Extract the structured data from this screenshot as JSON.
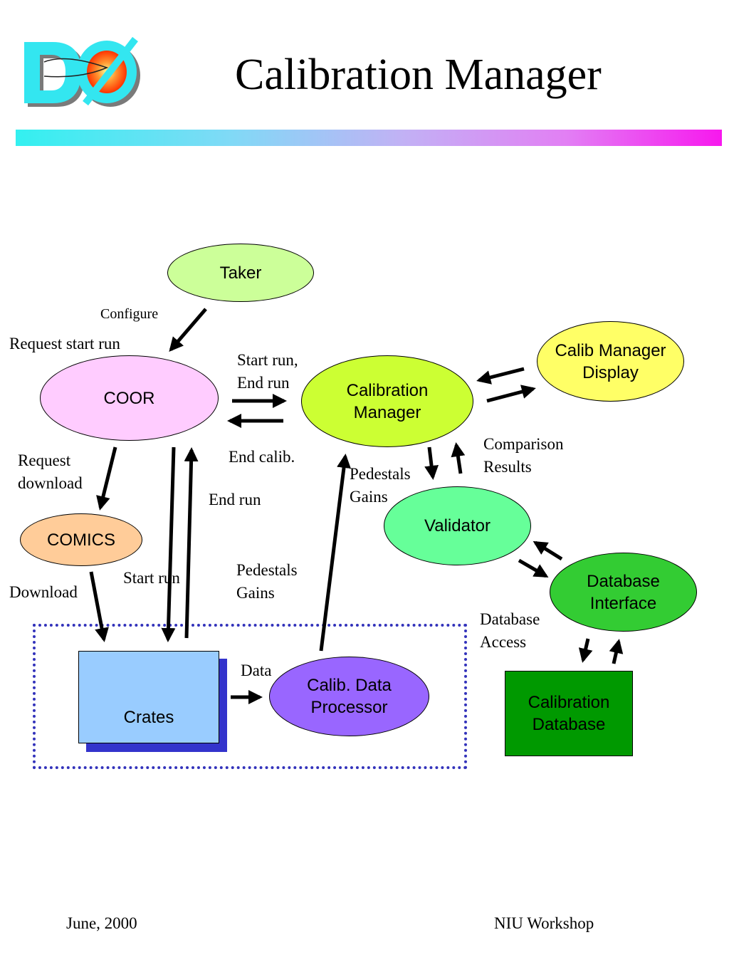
{
  "header": {
    "title": "Calibration Manager"
  },
  "nodes": {
    "taker": "Taker",
    "coor": "COOR",
    "calibration_manager": "Calibration\nManager",
    "calib_manager_display": "Calib Manager\nDisplay",
    "comics": "COMICS",
    "validator": "Validator",
    "database_interface": "Database\nInterface",
    "crates": "Crates",
    "calib_data_processor": "Calib. Data\nProcessor",
    "calibration_database": "Calibration\nDatabase"
  },
  "labels": {
    "configure": "Configure",
    "request_start_run": "Request start run",
    "start_run_end_run": "Start run,\nEnd run",
    "end_calib": "End calib.",
    "comparison_results": "Comparison\nResults",
    "request_download": "Request\ndownload",
    "pedestals_gains_top": "Pedestals\nGains",
    "end_run": "End run",
    "start_run": "Start run",
    "pedestals_gains_mid": "Pedestals\nGains",
    "download": "Download",
    "database_access": "Database\nAccess",
    "data": "Data"
  },
  "footer": {
    "date": "June, 2000",
    "event": "NIU Workshop"
  },
  "colors": {
    "taker": "#ccff99",
    "coor": "#ffccff",
    "calibration_manager": "#ccff33",
    "calib_manager_display": "#ffff66",
    "comics": "#ffcc99",
    "validator": "#66ff99",
    "database_interface": "#33cc33",
    "crates": "#99ccff",
    "crates_shadow": "#3333cc",
    "calib_data_processor": "#9966ff",
    "calibration_database": "#009900",
    "dotted_frame": "#3333bb"
  }
}
